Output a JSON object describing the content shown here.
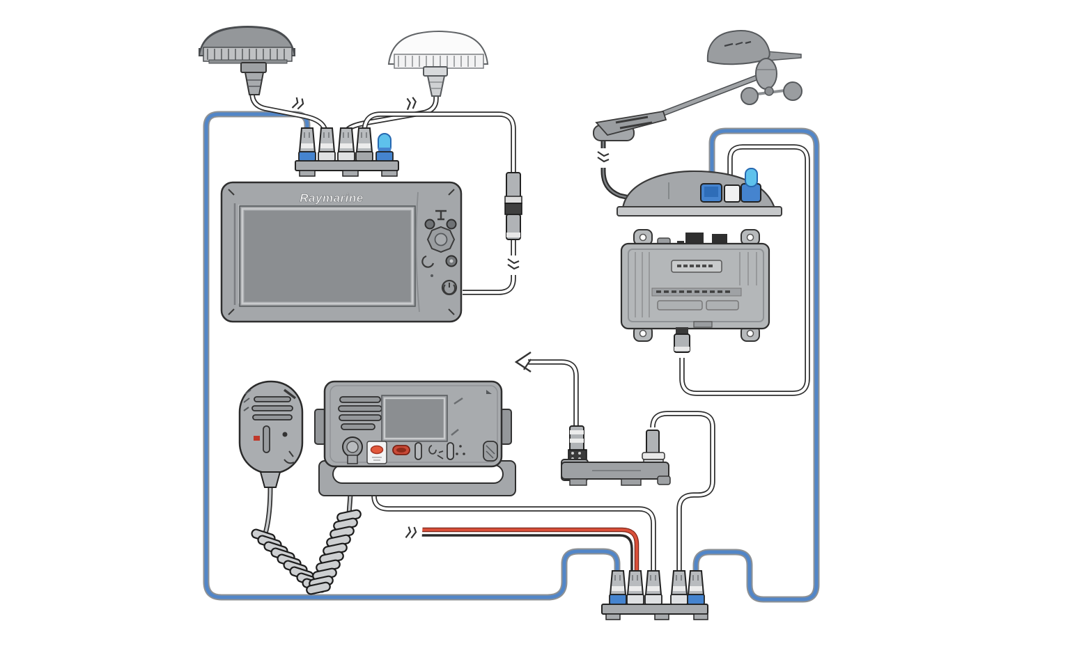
{
  "mfd": {
    "brand_logo": "Raymarine"
  },
  "colors": {
    "backbone_blue": "#5286c8",
    "power_red": "#d9503a",
    "connector_blue": "#4584cf",
    "terminator_light_blue": "#5ec1ec",
    "device_gray": "#a4a7aa",
    "screen_gray": "#8b8e91",
    "cable_white": "#ffffff",
    "outline_dark": "#2a2a2a",
    "background": "#ffffff"
  },
  "devices": [
    {
      "id": "gps-antenna-primary",
      "type": "gps-antenna-dome",
      "shade": "gray"
    },
    {
      "id": "gps-antenna-secondary",
      "type": "gps-antenna-dome",
      "shade": "white"
    },
    {
      "id": "wind-transducer",
      "type": "masthead-wind-vane"
    },
    {
      "id": "wind-pod",
      "type": "converter-pod",
      "ports": 3
    },
    {
      "id": "black-box-module",
      "type": "electronics-module"
    },
    {
      "id": "mfd-chartplotter",
      "type": "multifunction-display"
    },
    {
      "id": "vhf-radio",
      "type": "fixed-mount-vhf"
    },
    {
      "id": "handset-mic",
      "type": "fist-microphone"
    },
    {
      "id": "backbone-block-top",
      "type": "multi-port-connector-block",
      "ports": 5
    },
    {
      "id": "backbone-block-bottom",
      "type": "multi-port-connector-block",
      "ports": 5
    },
    {
      "id": "inline-joiner",
      "type": "cable-joiner"
    },
    {
      "id": "elbow-adapter",
      "type": "right-angle-adapter-bar"
    }
  ],
  "cables": [
    {
      "id": "backbone-left",
      "color": "#5286c8"
    },
    {
      "id": "backbone-right",
      "color": "#5286c8"
    },
    {
      "id": "gps1-drop",
      "color": "#ffffff"
    },
    {
      "id": "gps2-drop",
      "color": "#ffffff"
    },
    {
      "id": "mfd-drop",
      "color": "#ffffff"
    },
    {
      "id": "vhf-drop",
      "color": "#ffffff"
    },
    {
      "id": "module-link",
      "color": "#ffffff"
    },
    {
      "id": "adapter-drop",
      "color": "#ffffff"
    },
    {
      "id": "wind-cable",
      "color": "#2a2a2a"
    },
    {
      "id": "power-cable",
      "colors": [
        "#d9503a",
        "#2a2a2a"
      ]
    },
    {
      "id": "mic-coil-cord",
      "color": "#c9cbcd"
    }
  ],
  "symbols": {
    "cable_break_count": 5,
    "continuation_arrow_count": 1,
    "terminator_count": 2
  }
}
